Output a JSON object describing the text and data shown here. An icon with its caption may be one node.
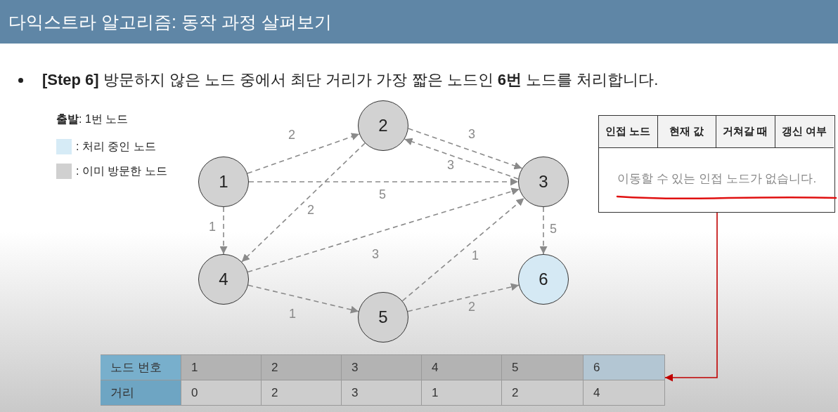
{
  "diagram": {
    "title": "다익스트라 알고리즘: 동작 과정 살펴보기",
    "nodes": [
      {
        "text": [
          "1"
        ]
      },
      {
        "text": [
          "2"
        ]
      },
      {
        "text": [
          "3"
        ]
      },
      {
        "text": [
          "4"
        ]
      },
      {
        "text": [
          "5"
        ]
      },
      {
        "text": [
          "6"
        ]
      },
      {
        "text": [
          "인접 노드",
          "현재 값",
          "거쳐갈 때",
          "갱신 여부",
          "이동할 수 있는 인접 노드가 없습니다."
        ]
      },
      {
        "text": [
          "6"
        ]
      }
    ],
    "edges": [
      {
        "from": 0,
        "to": 1,
        "arrow": "to",
        "label": "2",
        "style": "dashed"
      },
      {
        "from": 0,
        "to": 2,
        "arrow": "to",
        "label": "5",
        "style": "dashed"
      },
      {
        "from": 0,
        "to": 3,
        "arrow": "to",
        "label": "1",
        "style": "dashed"
      },
      {
        "from": 1,
        "to": 2,
        "arrow": "to",
        "label": "3",
        "style": "dashed"
      },
      {
        "from": 2,
        "to": 1,
        "arrow": "to",
        "label": "3",
        "style": "dashed"
      },
      {
        "from": 1,
        "to": 3,
        "arrow": "to",
        "label": "2",
        "style": "dashed"
      },
      {
        "from": 3,
        "to": 2,
        "arrow": "to",
        "label": "3",
        "style": "dashed"
      },
      {
        "from": 3,
        "to": 4,
        "arrow": "to",
        "label": "1",
        "style": "dashed"
      },
      {
        "from": 4,
        "to": 2,
        "arrow": "to",
        "label": "1",
        "style": "dashed"
      },
      {
        "from": 4,
        "to": 5,
        "arrow": "to",
        "label": "2",
        "style": "dashed"
      },
      {
        "from": 2,
        "to": 5,
        "arrow": "to",
        "label": "5",
        "style": "dashed"
      },
      {
        "from": 6,
        "to": 7,
        "arrow": "to",
        "color": "#c00000"
      }
    ],
    "labels": [
      "**[Step 6]** 방문하지 않은 노드 중에서 최단 거리가 가장 짧은 노드인 **6번** 노드를 처리합니다.",
      "**출발**: 1번 노드",
      "노드 번호",
      "1",
      "2",
      "3",
      "4",
      "5",
      "거리",
      "0",
      "2",
      "3",
      "1",
      "2",
      "4"
    ],
    "legend": [
      {
        "text": ": 처리 중인 노드",
        "color": "#d6ebf6"
      },
      {
        "text": ": 이미 방문한 노드",
        "color": "#d0d0d0"
      }
    ]
  }
}
